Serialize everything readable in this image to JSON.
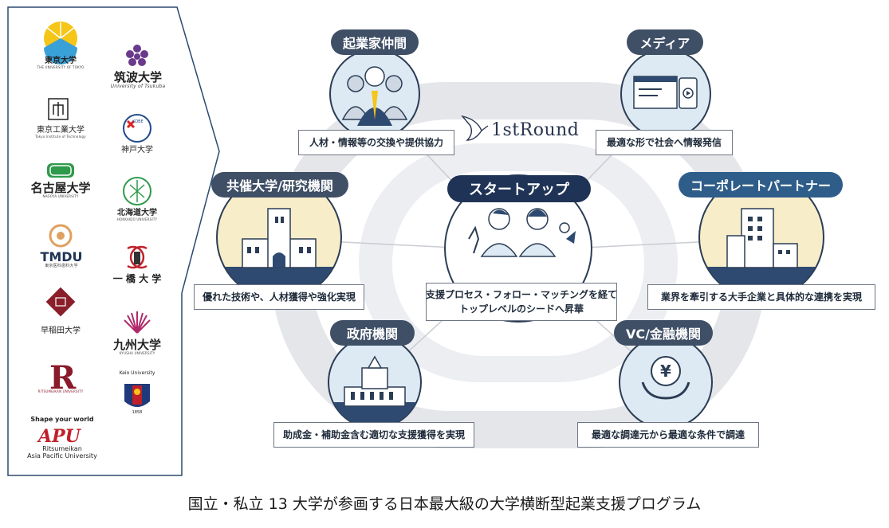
{
  "universities": {
    "tokyo": {
      "name": "東京大学",
      "sub": "THE UNIVERSITY OF TOKYO"
    },
    "tsukuba": {
      "name": "筑波大学",
      "sub": "University of Tsukuba"
    },
    "tokyo_tech": {
      "name": "東京工業大学",
      "sub": "Tokyo Institute of Technology"
    },
    "kobe": {
      "name": "神戸大学",
      "mark": "KOBE"
    },
    "nagoya": {
      "name": "名古屋大学",
      "sub": "NAGOYA UNIVERSITY"
    },
    "hokkaido": {
      "name": "北海道大学",
      "sub": "HOKKAIDO UNIVERSITY"
    },
    "tmdu": {
      "name": "TMDU",
      "sub": "東京医科歯科大学"
    },
    "hitotsubashi": {
      "name": "一 橋 大 学"
    },
    "waseda": {
      "name": "早稲田大学"
    },
    "kyushu": {
      "name": "九州大学",
      "sub": "KYUSHU UNIVERSITY"
    },
    "ritsumeikan": {
      "mark": "R",
      "sub": "RITSUMEIKAN UNIVERSITY"
    },
    "keio": {
      "name": "Keio University",
      "sub": "1858"
    },
    "apu": {
      "tagline": "Shape your world",
      "mark": "APU",
      "name1": "Ritsumeikan",
      "name2": "Asia Pacific University"
    }
  },
  "brand": "1stRound",
  "nodes": {
    "center": {
      "title": "スタートアップ",
      "desc1": "支援プロセス・フォロー・マッチングを経て",
      "desc2": "トップレベルのシードへ昇華"
    },
    "entrepreneurs": {
      "title": "起業家仲間",
      "desc": "人材・情報等の交換や提供協力"
    },
    "media": {
      "title": "メディア",
      "desc": "最適な形で社会へ情報発信"
    },
    "universities": {
      "title": "共催大学/研究機関",
      "desc": "優れた技術や、人材獲得や強化実現"
    },
    "corporate": {
      "title": "コーポレートパートナー",
      "desc": "業界を牽引する大手企業と具体的な連携を実現"
    },
    "government": {
      "title": "政府機関",
      "desc": "助成金・補助金含む適切な支援獲得を実現"
    },
    "vc": {
      "title": "VC/金融機関",
      "desc": "最適な調達元から最適な条件で調達"
    }
  },
  "caption": "国立・私立 13 大学が参画する日本最大級の大学横断型起業支援プログラム",
  "colors": {
    "navy": "#1f3356",
    "slate": "#3f4f66",
    "blue": "#2f5d8a",
    "ring": "#e4e6ea",
    "cream": "#f7edc9",
    "sky": "#dde9f3"
  }
}
